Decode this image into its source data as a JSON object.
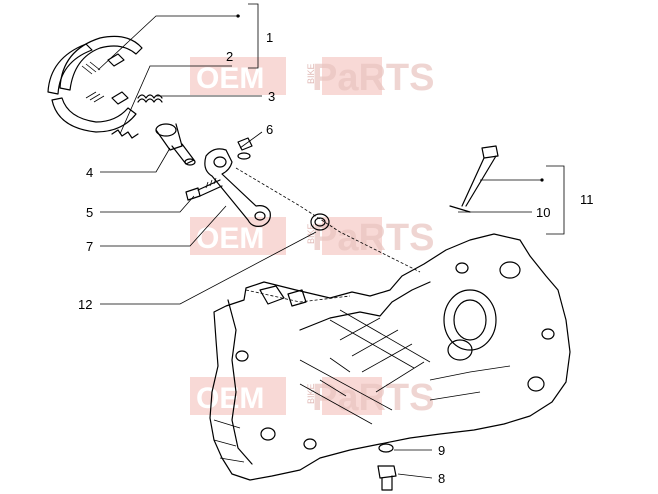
{
  "diagram": {
    "callouts": [
      {
        "id": "1",
        "label": "1"
      },
      {
        "id": "2",
        "label": "2"
      },
      {
        "id": "3",
        "label": "3"
      },
      {
        "id": "4",
        "label": "4"
      },
      {
        "id": "5",
        "label": "5"
      },
      {
        "id": "6",
        "label": "6"
      },
      {
        "id": "7",
        "label": "7"
      },
      {
        "id": "8",
        "label": "8"
      },
      {
        "id": "9",
        "label": "9"
      },
      {
        "id": "10",
        "label": "10"
      },
      {
        "id": "11",
        "label": "11"
      },
      {
        "id": "12",
        "label": "12"
      }
    ],
    "watermark": {
      "oem": "OEM",
      "bike": "BIKE",
      "parts": "PaRTS"
    }
  }
}
